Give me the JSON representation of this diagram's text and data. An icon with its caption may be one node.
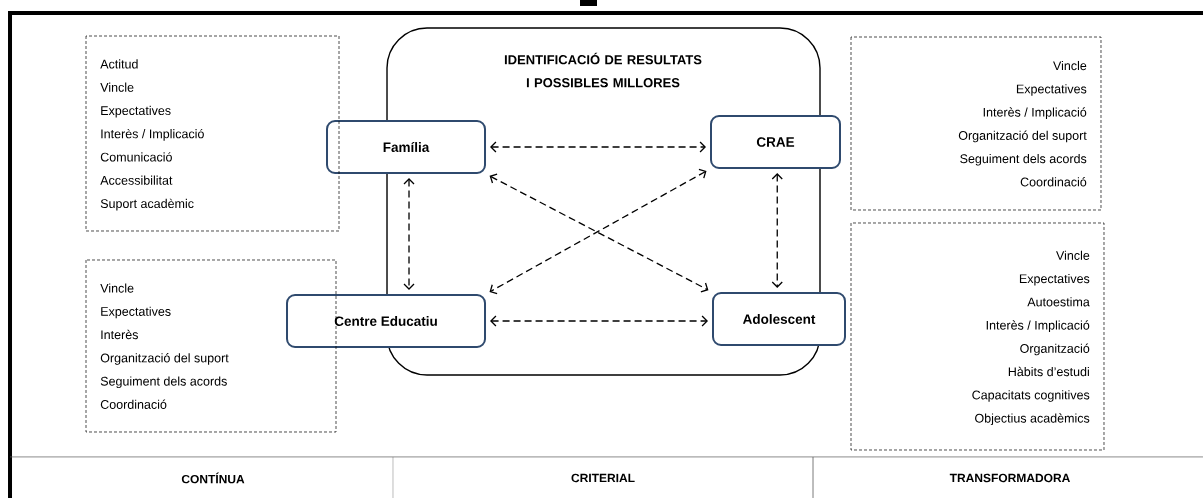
{
  "diagram": {
    "nodes": [
      {
        "text": [
          "Família"
        ]
      },
      {
        "text": [
          "CRAE"
        ]
      },
      {
        "text": [
          "Centre Educatiu"
        ]
      },
      {
        "text": [
          "Adolescent"
        ]
      },
      {
        "text": [
          "Actitud",
          "Vincle",
          "Expectatives",
          "Interès / Implicació",
          "Comunicació",
          "Accessibilitat",
          "Suport acadèmic"
        ]
      },
      {
        "text": [
          "Vincle",
          "Expectatives",
          "Interès / Implicació",
          "Organització del suport",
          "Seguiment dels acords",
          "Coordinació"
        ]
      },
      {
        "text": [
          "Vincle",
          "Expectatives",
          "Interès",
          "Organització del suport",
          "Seguiment dels acords",
          "Coordinació"
        ]
      },
      {
        "text": [
          "Vincle",
          "Expectatives",
          "Autoestima",
          "Interès / Implicació",
          "Organització",
          "Hàbits d’estudi",
          "Capacitats cognitives",
          "Objectius acadèmics"
        ]
      }
    ],
    "edges": [
      {
        "from": 0,
        "to": 1,
        "arrow": "both",
        "style": "dashed"
      },
      {
        "from": 0,
        "to": 2,
        "arrow": "both",
        "style": "dashed"
      },
      {
        "from": 0,
        "to": 3,
        "arrow": "both",
        "style": "dashed"
      },
      {
        "from": 1,
        "to": 2,
        "arrow": "both",
        "style": "dashed"
      },
      {
        "from": 1,
        "to": 3,
        "arrow": "both",
        "style": "dashed"
      },
      {
        "from": 2,
        "to": 3,
        "arrow": "both",
        "style": "dashed"
      }
    ],
    "labels": [
      "IDENTIFICACIÓ DE RESULTATS I POSSIBLES MILLORES",
      "CONTÍNUA",
      "CRITERIAL",
      "TRANSFORMADORA"
    ]
  }
}
